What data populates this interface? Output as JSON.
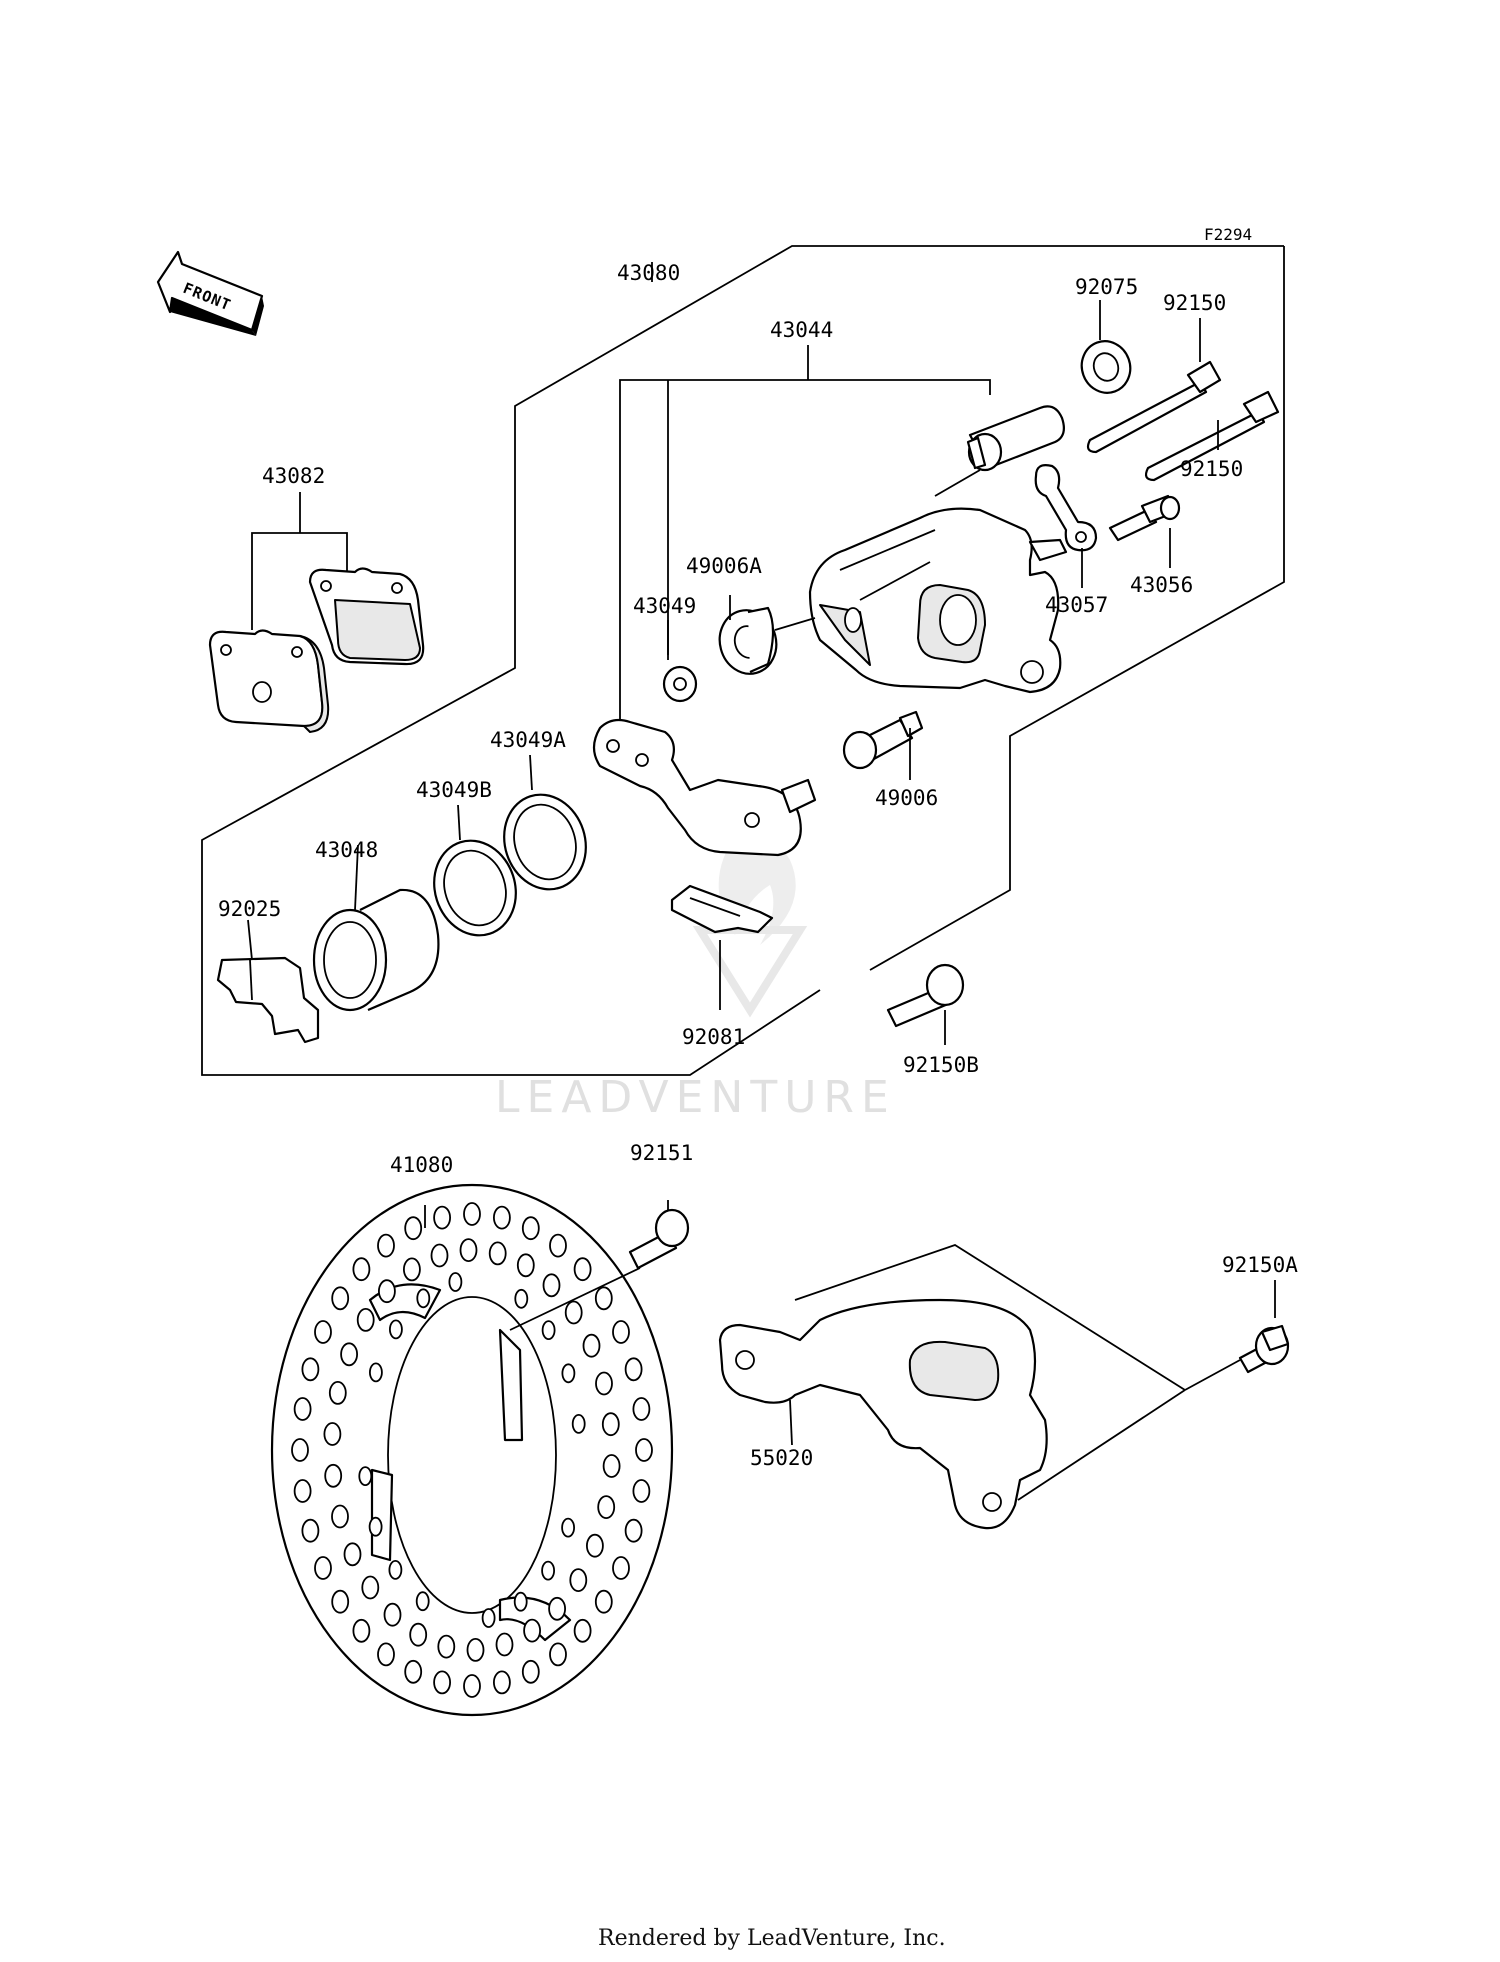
{
  "figure_code": "F2294",
  "front_arrow_label": "FRONT",
  "watermark": "LEADVENTURE",
  "footer": "Rendered by LeadVenture, Inc.",
  "parts": {
    "p43080": "43080",
    "p43044": "43044",
    "p92075": "92075",
    "p92150_top": "92150",
    "p92150_side": "92150",
    "p43082": "43082",
    "p49006A": "49006A",
    "p43049": "43049",
    "p43057": "43057",
    "p43056": "43056",
    "p43049A": "43049A",
    "p43049B": "43049B",
    "p49006": "49006",
    "p43048": "43048",
    "p92025": "92025",
    "p92081": "92081",
    "p92150B": "92150B",
    "p41080": "41080",
    "p92151": "92151",
    "p92150A": "92150A",
    "p55020": "55020"
  }
}
